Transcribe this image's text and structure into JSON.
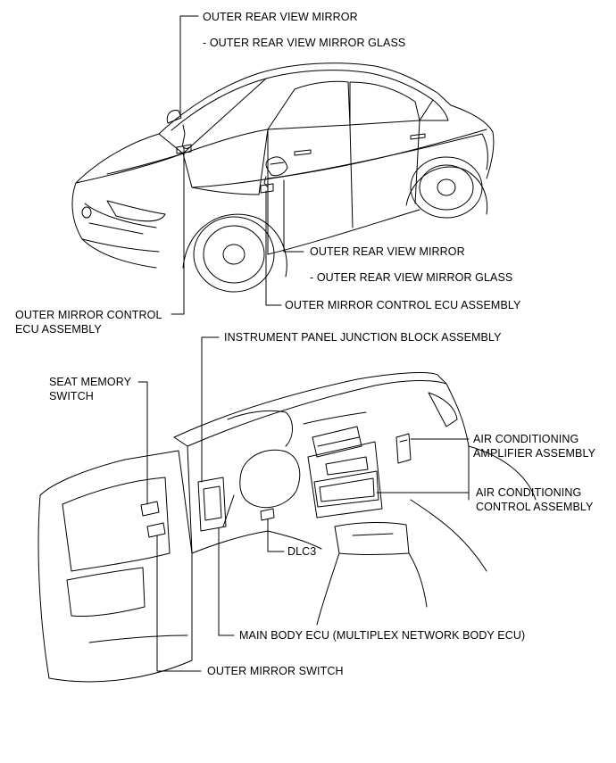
{
  "labels": {
    "top_mirror": "OUTER REAR VIEW MIRROR",
    "top_mirror_glass": "- OUTER REAR VIEW MIRROR GLASS",
    "right_mirror": "OUTER REAR VIEW MIRROR",
    "right_mirror_glass": "- OUTER REAR VIEW MIRROR GLASS",
    "right_ecu": "OUTER MIRROR CONTROL ECU ASSEMBLY",
    "left_ecu_line1": "OUTER MIRROR CONTROL",
    "left_ecu_line2": "ECU ASSEMBLY",
    "junction_block": "INSTRUMENT PANEL JUNCTION BLOCK ASSEMBLY",
    "seat_memory_line1": "SEAT MEMORY",
    "seat_memory_line2": "SWITCH",
    "ac_amp_line1": "AIR CONDITIONING",
    "ac_amp_line2": "AMPLIFIER ASSEMBLY",
    "ac_ctrl_line1": "AIR CONDITIONING",
    "ac_ctrl_line2": "CONTROL ASSEMBLY",
    "dlc3": "DLC3",
    "main_body_ecu": "MAIN BODY ECU (MULTIPLEX NETWORK BODY ECU)",
    "mirror_switch": "OUTER MIRROR SWITCH"
  }
}
